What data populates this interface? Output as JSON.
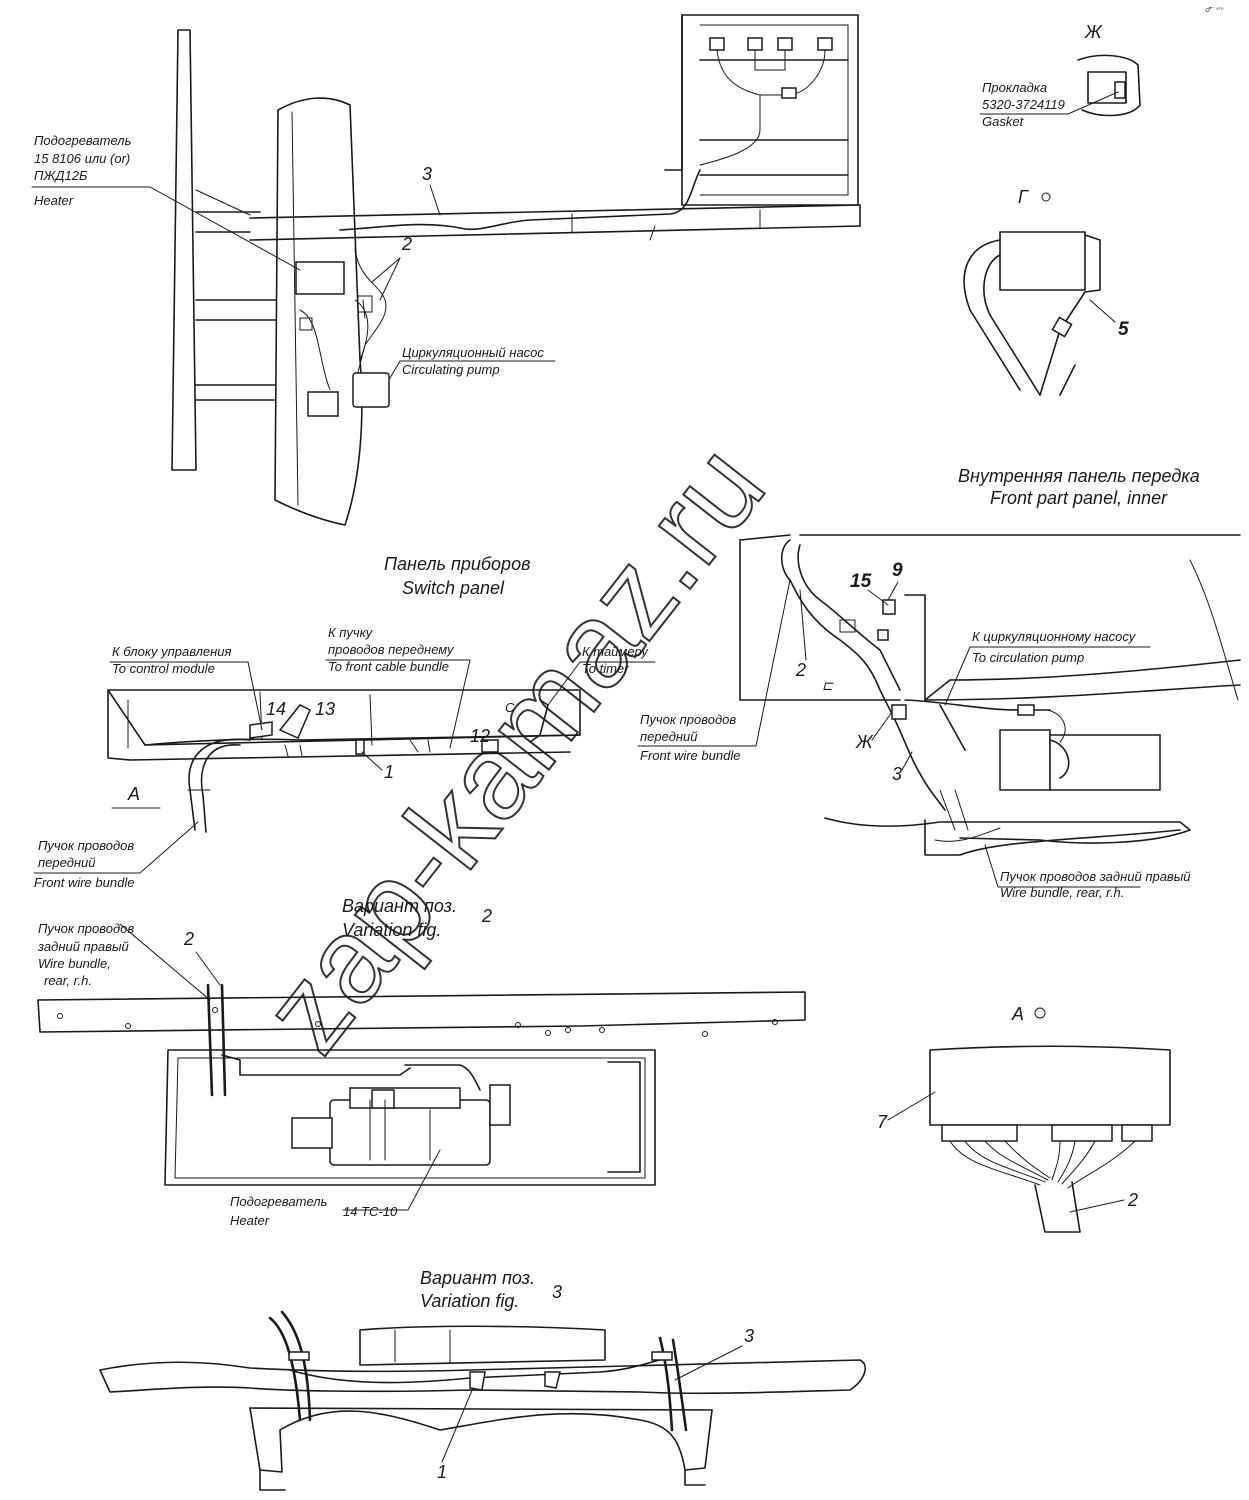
{
  "watermark": "zap-kamaz.ru",
  "corner_mark": "♂″ ᵉʳᵒ",
  "heater_label": {
    "ru1": "Подогреватель",
    "ru2": "15 8106 или (or)",
    "ru3": "ПЖД12Б",
    "en": "Heater"
  },
  "pump_label": {
    "ru": "Циркуляционный насос",
    "en": "Circulating pump"
  },
  "gasket_label": {
    "ru1": "Прокладка",
    "ru2": "5320-3724119",
    "en": "Gasket"
  },
  "view_zh": "Ж",
  "view_g": "Г",
  "view_a": "А",
  "front_panel_title": {
    "ru": "Внутренняя панель передка",
    "en": "Front part panel, inner"
  },
  "switch_panel_title": {
    "ru": "Панель приборов",
    "en": "Switch panel"
  },
  "control_module_label": {
    "ru": "К блоку управления",
    "en": "To control module"
  },
  "front_bundle_to_label": {
    "ru1": "К пучку",
    "ru2": "проводов переднему",
    "en": "To front cable bundle"
  },
  "timer_label": {
    "ru": "К таймеру",
    "en": "To timer"
  },
  "circ_pump_to_label": {
    "ru": "К циркуляционному насосу",
    "en": "To circulation pump"
  },
  "front_bundle_label_right": {
    "ru1": "Пучок проводов",
    "ru2": "передний",
    "en": "Front wire bundle"
  },
  "front_bundle_label_left": {
    "ru1": "Пучок проводов",
    "ru2": "передний",
    "en": "Front wire bundle"
  },
  "rear_bundle_label": {
    "ru": "Пучок проводов задний правый",
    "en": "Wire bundle, rear, r.h."
  },
  "variation2_title": {
    "ru": "Вариант поз.",
    "en": "Variation fig.",
    "num": "2"
  },
  "rear_bundle_label_left": {
    "ru1": "Пучок проводов",
    "ru2": "задний правый",
    "en1": "Wire bundle,",
    "en2": "rear, r.h."
  },
  "heater14_label": {
    "ru": "Подогреватель",
    "en": "Heater",
    "code": "14 ТС-10"
  },
  "variation3_title": {
    "ru": "Вариант поз.",
    "en": "Variation fig.",
    "num": "3"
  },
  "callouts": {
    "c1a": "1",
    "c1b": "1",
    "c2a": "2",
    "c2b": "2",
    "c2c": "2",
    "c2d": "2",
    "c3a": "3",
    "c3b": "3",
    "c3c": "3",
    "c5": "5",
    "c7": "7",
    "c9": "9",
    "c12": "12",
    "c13": "13",
    "c14": "14",
    "c15": "15"
  }
}
